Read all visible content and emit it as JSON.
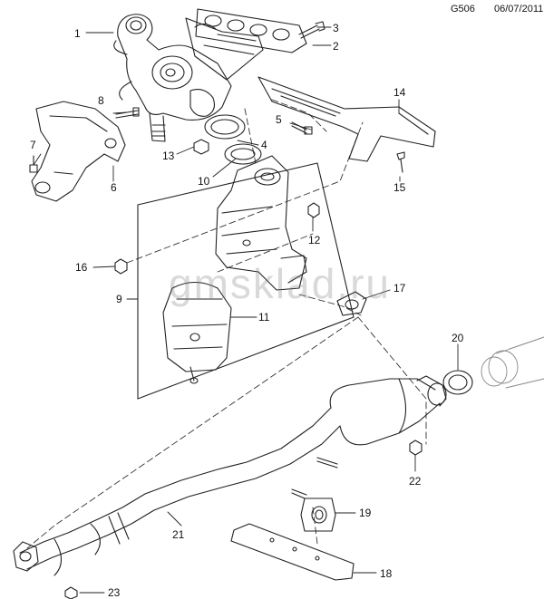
{
  "header": {
    "code": "G506",
    "date": "06/07/2011"
  },
  "watermark": "gmsklad.ru",
  "callouts": [
    "1",
    "2",
    "3",
    "4",
    "5",
    "6",
    "7",
    "8",
    "9",
    "10",
    "11",
    "12",
    "13",
    "14",
    "15",
    "16",
    "17",
    "18",
    "19",
    "20",
    "21",
    "22",
    "23"
  ]
}
